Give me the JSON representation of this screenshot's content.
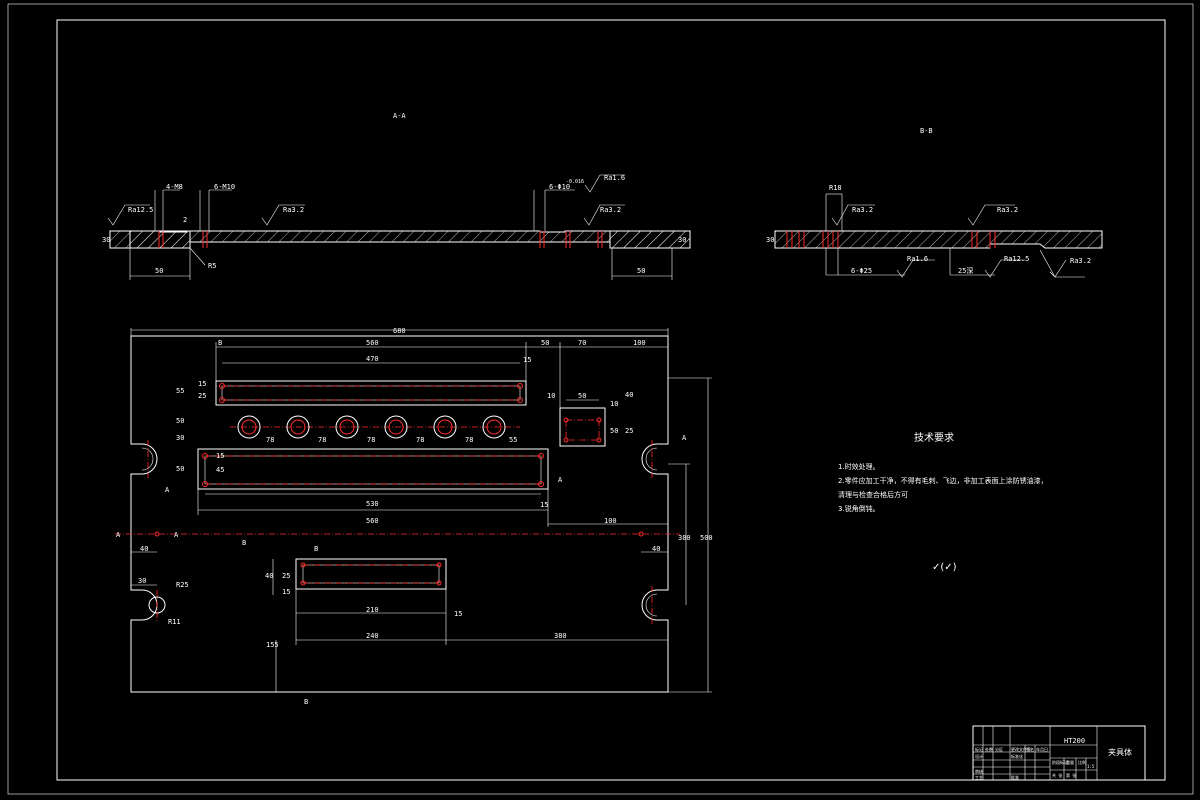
{
  "section_views": {
    "aa_label": "A-A",
    "bb_label": "B-B",
    "aa_callouts": {
      "ra_left": "Ra12.5",
      "ra_mid": "Ra3.2",
      "ra_right_top": "Ra1.6",
      "ra_right": "Ra3.2",
      "hole_4m8": "4-M8",
      "hole_6m10": "6-M10",
      "hole_6phi10": "6-Φ10",
      "tol": "-0.016",
      "dim_2": "2",
      "dim_50_left": "50",
      "dim_50_right": "50",
      "dim_30_left": "30",
      "dim_30_right": "30",
      "r5": "R5"
    },
    "bb_callouts": {
      "r18": "R18",
      "ra_left": "Ra3.2",
      "ra_right": "Ra3.2",
      "ra_bottom1": "Ra1.6",
      "ra_bottom2": "Ra12.5",
      "ra_bottom3": "Ra3.2",
      "hole": "6-Φ25",
      "depth": "25深",
      "dim_30": "30"
    }
  },
  "plan_view": {
    "overall_width": "680",
    "top": {
      "d560": "560",
      "d470": "470",
      "d15a": "15",
      "d50": "50",
      "d70": "70",
      "d100": "100"
    },
    "left": {
      "d55": "55",
      "d15": "15",
      "d25": "25",
      "d50": "50",
      "d30": "30",
      "d50b": "50"
    },
    "holes_row": [
      "78",
      "78",
      "78",
      "78",
      "78",
      "55"
    ],
    "small_block": {
      "d10": "10",
      "d50": "50",
      "d10b": "10",
      "d40": "40",
      "d50b": "50",
      "d25": "25"
    },
    "mid_slot": {
      "d15": "15",
      "d45": "45",
      "d530": "530",
      "d560": "560",
      "d15b": "15",
      "d100": "100"
    },
    "center": {
      "d40_left": "40",
      "d40_right": "40"
    },
    "right_dims": {
      "d380": "380",
      "d500": "500"
    },
    "lower": {
      "d30": "30",
      "r25": "R25",
      "r11": "R11",
      "d40": "40",
      "d25": "25",
      "d15": "15",
      "d210": "210",
      "d15b": "15",
      "d240": "240",
      "d380": "380",
      "d155": "155"
    },
    "section_marks": {
      "a": "A",
      "b": "B"
    }
  },
  "tech_requirements": {
    "title": "技术要求",
    "items": [
      "1.时效处理。",
      "2.零件应加工干净，不得有毛刺、飞边，非加工表面上涂防锈油漆，",
      "清理与检查合格后方可",
      "3.锐角倒钝。"
    ],
    "roughness_symbol": "✓(✓)"
  },
  "title_block": {
    "material": "HT200",
    "part_name": "夹具体",
    "labels": [
      "标记",
      "处数",
      "分区",
      "更改文件号",
      "签名",
      "年月日",
      "设计",
      "标准化",
      "审核",
      "工艺",
      "批准",
      "阶段标记",
      "重量",
      "比例",
      "共 张",
      "第 张",
      "1:5"
    ]
  }
}
